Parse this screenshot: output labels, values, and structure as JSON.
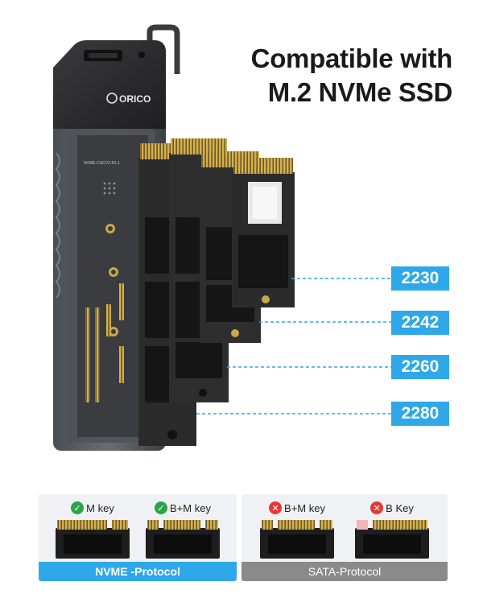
{
  "headline": {
    "line1": "Compatible with",
    "line2": "M.2 NVMe SSD"
  },
  "enclosure": {
    "brand": "ORICO",
    "board_text": "NVME-CSCV2-R1.1"
  },
  "sizes": [
    {
      "label": "2230"
    },
    {
      "label": "2242"
    },
    {
      "label": "2260"
    },
    {
      "label": "2280"
    }
  ],
  "compatibility": {
    "nvme": {
      "protocol": "NVME -Protocol",
      "keys": [
        {
          "label": "M key",
          "supported": true
        },
        {
          "label": "B+M key",
          "supported": true
        }
      ]
    },
    "sata": {
      "protocol": "SATA-Protocol",
      "keys": [
        {
          "label": "B+M key",
          "supported": false
        },
        {
          "label": "B Key",
          "supported": false
        }
      ]
    }
  },
  "colors": {
    "accent": "#2ea8e8",
    "supported": "#2aa44a",
    "unsupported": "#e53935",
    "sata_bar": "#8a8a8a",
    "gold": "#d7b04a",
    "pcb": "#2b2b2b"
  },
  "icons": {
    "supported": "check-circle-icon",
    "unsupported": "cross-circle-icon"
  }
}
